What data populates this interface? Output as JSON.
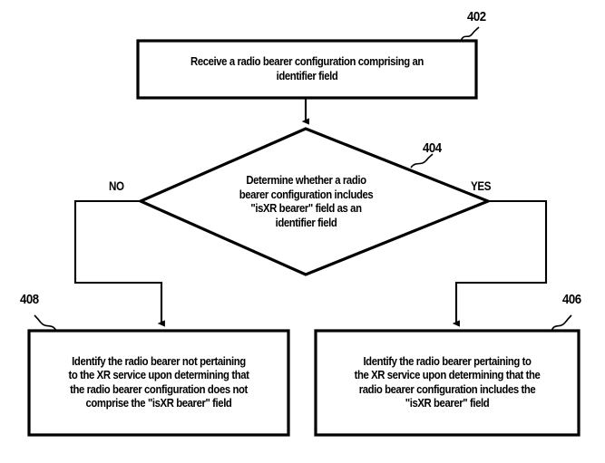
{
  "figure": {
    "type": "flowchart",
    "orientation": "top-down",
    "stroke_color": "#000000",
    "background_color": "#ffffff"
  },
  "nodes": {
    "start": {
      "ref": "402",
      "shape": "rectangle",
      "text": "Receive a radio bearer configuration comprising an\nidentifier field"
    },
    "decision": {
      "ref": "404",
      "shape": "diamond",
      "text": "Determine whether a radio\nbearer configuration includes\n\"isXR bearer\" field as an\nidentifier field"
    },
    "yes_outcome": {
      "ref": "406",
      "shape": "rectangle",
      "text": "Identify the radio bearer pertaining to\nthe XR service upon determining that the\nradio bearer configuration includes the\n\"isXR bearer\" field"
    },
    "no_outcome": {
      "ref": "408",
      "shape": "rectangle",
      "text": "Identify the radio bearer not pertaining\nto the XR service upon determining that\nthe radio bearer configuration does not\ncomprise the \"isXR bearer\" field"
    }
  },
  "branches": {
    "no_label": "NO",
    "yes_label": "YES"
  }
}
